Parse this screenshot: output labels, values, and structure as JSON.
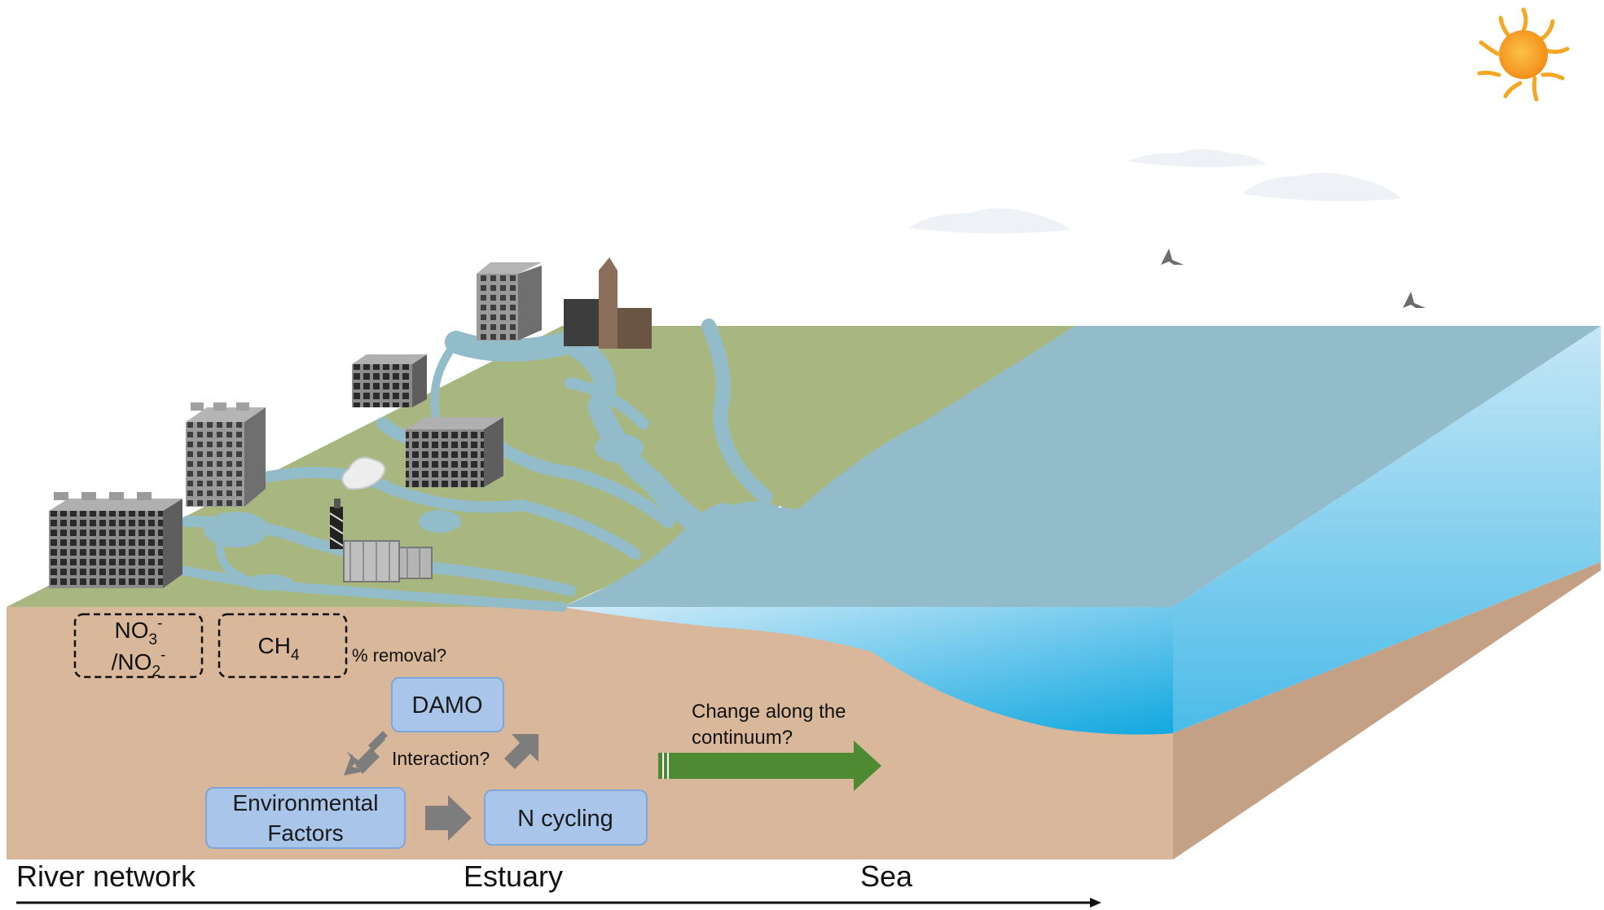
{
  "figure": {
    "compounds": {
      "nitrate_line1": "NO",
      "nitrate_sub1": "3",
      "nitrate_sup1": "-",
      "nitrate_line2": "/NO",
      "nitrate_sub2": "2",
      "nitrate_sup2": "-",
      "methane": "CH",
      "methane_sub": "4"
    },
    "removal_question": "% removal?",
    "boxes": {
      "damo": "DAMO",
      "env_line1": "Environmental",
      "env_line2": "Factors",
      "n_cycling": "N cycling"
    },
    "interaction_question": "Interaction?",
    "change_line1": "Change along the",
    "change_line2": "continuum?",
    "axis": {
      "river": "River network",
      "estuary": "Estuary",
      "sea": "Sea"
    },
    "colors": {
      "land": "#a8b77f",
      "water_surface": "#93bccb",
      "water_deep": "#1aaee0",
      "sediment": "#d9b79a",
      "box_fill": "#a9c6ea",
      "green_arrow": "#4e8a32",
      "gray_arrow": "#7d7d7d",
      "sun": "#f7a21b"
    }
  }
}
